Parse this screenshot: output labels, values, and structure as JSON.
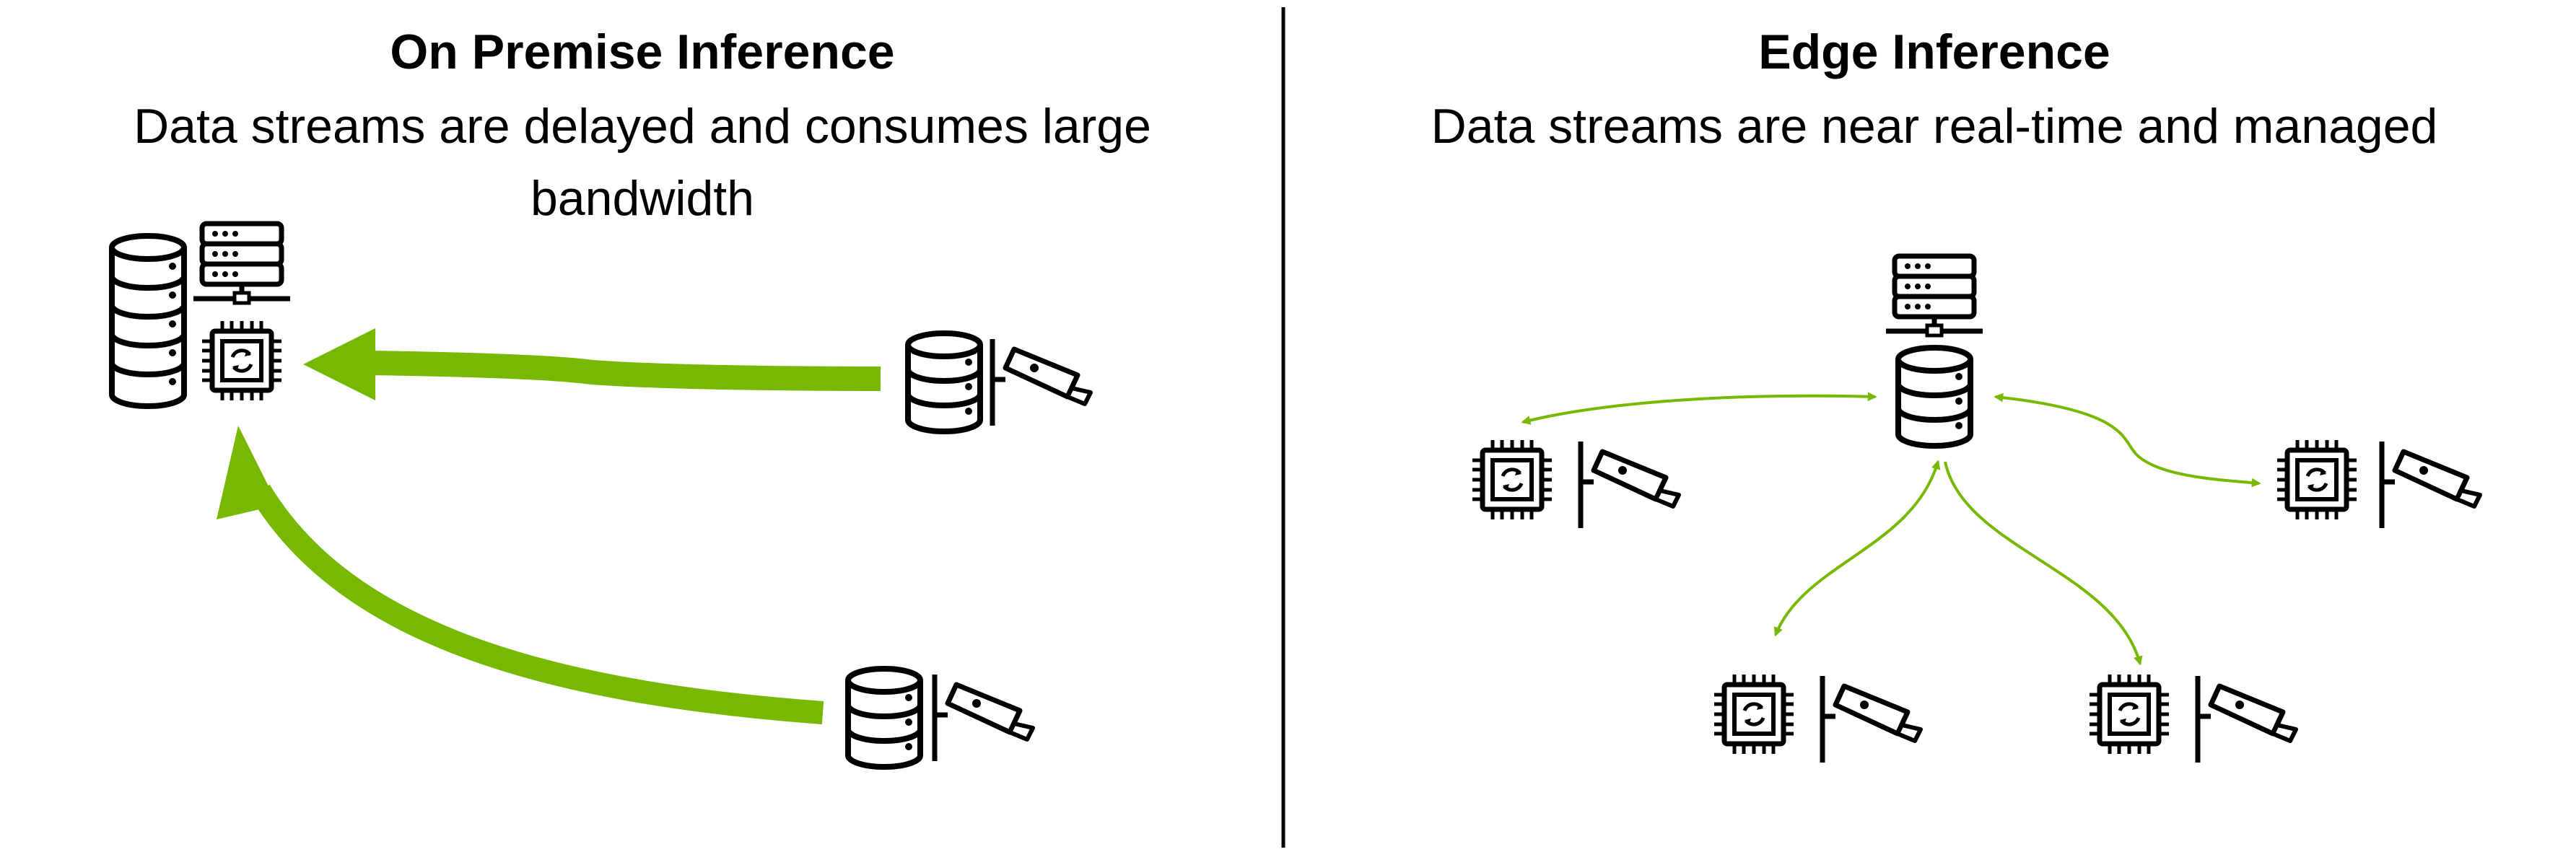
{
  "left_panel": {
    "title": "On Premise Inference",
    "subtitle": "Data streams are delayed and consumes large bandwidth"
  },
  "right_panel": {
    "title": "Edge Inference",
    "subtitle": "Data streams are near real-time and managed"
  },
  "colors": {
    "arrow": "#76b900",
    "icon": "#000000",
    "divider": "#000000"
  },
  "icons": {
    "server_rack": "server-rack-icon",
    "database": "database-icon",
    "chip": "processor-chip-icon",
    "camera": "security-camera-icon"
  }
}
